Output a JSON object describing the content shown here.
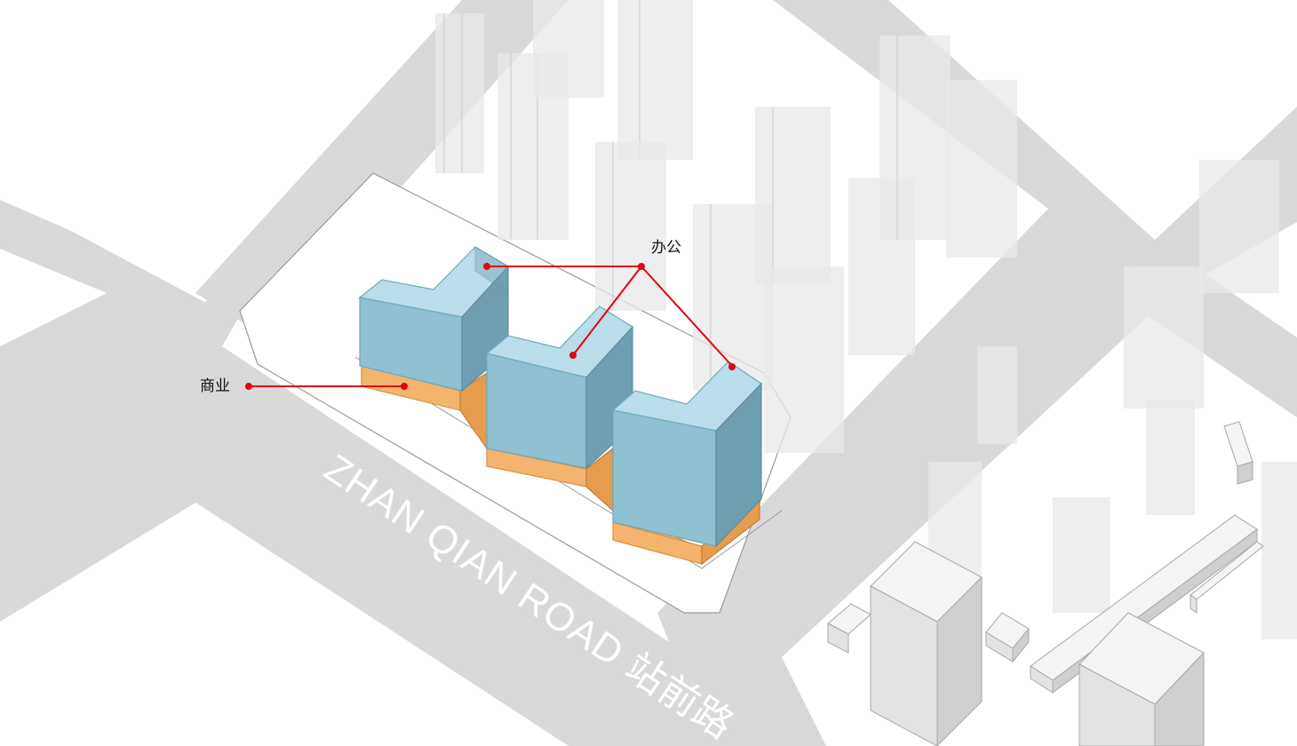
{
  "diagram": {
    "labels": {
      "office": "办公",
      "commercial": "商业"
    },
    "road_name": "ZHAN QIAN ROAD 站前路"
  },
  "colors": {
    "callout": "#e60012",
    "office_glass": "#8fc1d3",
    "commercial_podium": "#f4b46e",
    "road": "#d9d9d9"
  }
}
